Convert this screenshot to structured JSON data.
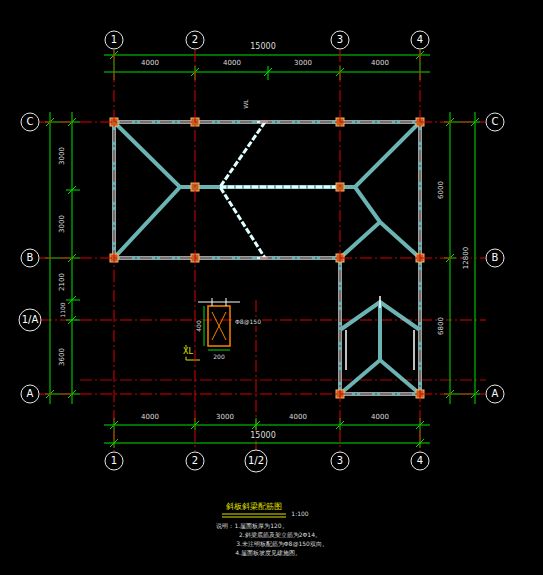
{
  "diagram": {
    "title": "斜板斜梁配筋图",
    "nodes": [
      {
        "text": [
          "1"
        ]
      },
      {
        "text": [
          "2"
        ]
      },
      {
        "text": [
          "3"
        ]
      },
      {
        "text": [
          "4"
        ]
      },
      {
        "text": [
          "C"
        ]
      },
      {
        "text": [
          "B"
        ]
      },
      {
        "text": [
          "1/A"
        ]
      },
      {
        "text": [
          "A"
        ]
      },
      {
        "text": [
          "C"
        ]
      },
      {
        "text": [
          "B"
        ]
      },
      {
        "text": [
          "A"
        ]
      },
      {
        "text": [
          "1"
        ]
      },
      {
        "text": [
          "2"
        ]
      },
      {
        "text": [
          "1/2"
        ]
      },
      {
        "text": [
          "3"
        ]
      },
      {
        "text": [
          "4"
        ]
      }
    ],
    "edges": [
      {
        "from": 0,
        "to": 11,
        "arrow": "none"
      },
      {
        "from": 1,
        "to": 12,
        "arrow": "none"
      },
      {
        "from": 2,
        "to": 14,
        "arrow": "none"
      },
      {
        "from": 3,
        "to": 15,
        "arrow": "none"
      },
      {
        "from": 4,
        "to": 8,
        "arrow": "none"
      },
      {
        "from": 5,
        "to": 9,
        "arrow": "none"
      },
      {
        "from": 7,
        "to": 10,
        "arrow": "none"
      }
    ],
    "labels": [
      "15000",
      "4000",
      "4000",
      "3000",
      "4000",
      "4000",
      "3000",
      "4000",
      "4000",
      "15000",
      "3000",
      "3000",
      "2100",
      "1100",
      "3600",
      "6000",
      "12800",
      "6800",
      "XL",
      "200",
      "400",
      "Φ8@150",
      "WL",
      "1:100",
      "说明：1.屋面板厚为120。",
      "2.斜梁底筋及架立筋为2Φ14。",
      "3.未注明板配筋为Φ8@150双向。",
      "4.屋面板坡度见建施图。"
    ]
  }
}
